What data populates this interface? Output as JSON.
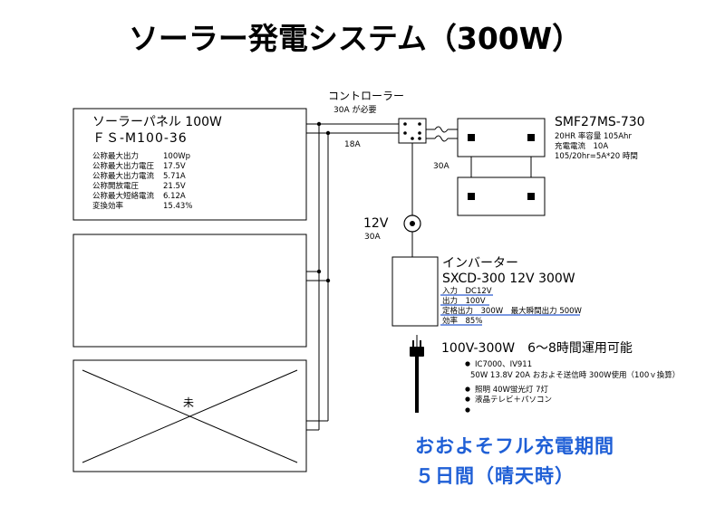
{
  "title": "ソーラー発電システム（300W）",
  "panel": {
    "name": "ソーラーパネル 100W",
    "model": "ＦＳ-M100-36",
    "specs": [
      {
        "label": "公称最大出力",
        "value": "100Wp"
      },
      {
        "label": "公称最大出力電圧",
        "value": "17.5V"
      },
      {
        "label": "公称最大出力電流",
        "value": "5.71A"
      },
      {
        "label": "公称開放電圧",
        "value": "21.5V"
      },
      {
        "label": "公称最大短絡電流",
        "value": "6.12A"
      },
      {
        "label": "変換効率",
        "value": "15.43%"
      }
    ],
    "unbuilt_label": "未"
  },
  "controller": {
    "title": "コントローラー",
    "note": "30A が必要",
    "current_in": "18A",
    "current_out": "30A"
  },
  "battery": {
    "model": "SMF27MS-730",
    "lines": [
      "20HR 率容量 105Ahr",
      "充電電流　10A",
      "105/20hr=5A*20 時間"
    ]
  },
  "fuse": {
    "voltage": "12V",
    "current": "30A"
  },
  "inverter": {
    "title": "インバーター",
    "model": "SXCD-300 12V 300W",
    "specs": [
      "入力　DC12V",
      "出力　100V",
      "定格出力　300W　最大瞬間出力 500W",
      "効率　85%"
    ]
  },
  "usage": {
    "heading": "100V-300W　6～8時間運用可能",
    "bullet1_line1": "IC7000、IV911",
    "bullet1_line2": "50W 13.8V 20A おおよそ送信時 300W使用（100ｖ換算）",
    "bullet2": "照明 40W蛍光灯 7灯",
    "bullet3": "液晶テレビ＋パソコン",
    "bullet4": ""
  },
  "charge": {
    "line1": "おおよそフル充電期間",
    "line2": "５日間（晴天時）"
  }
}
